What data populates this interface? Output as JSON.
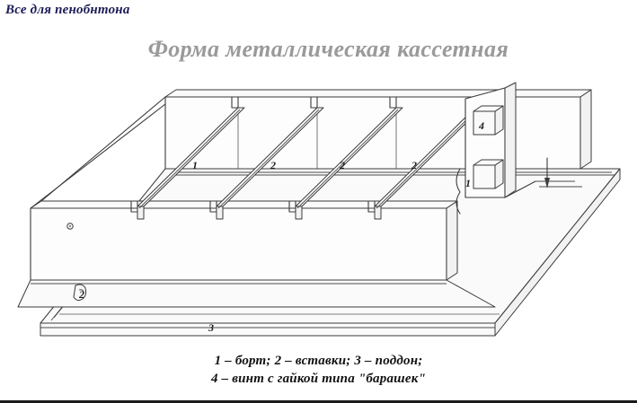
{
  "site_label": "Все для пенобнтона",
  "title": "Форма металлическая кассетная",
  "caption": {
    "line1": "1 – борт; 2 – вставки; 3 – поддон;",
    "line2": "4 – винт с гайкой типа \"барашек\""
  },
  "callouts": {
    "left_side_wall": "1",
    "insert_1": "2",
    "insert_2": "2",
    "insert_3": "2",
    "right_side_wall": "1",
    "pallet": "3",
    "wing_screw": "4"
  },
  "colors": {
    "site_label": "#1b1b57",
    "title": "#9a9a9a",
    "line": "#3a3a3a",
    "caption": "#111111",
    "background": "#ffffff",
    "border": "#1a1a1a"
  },
  "diagram": {
    "type": "isometric-technical-drawing",
    "subject": "Cassette metal mold for foam concrete blocks",
    "parts": [
      {
        "id": "1",
        "name": "борт",
        "description": "side wall / board"
      },
      {
        "id": "2",
        "name": "вставки",
        "description": "inserts / dividers"
      },
      {
        "id": "3",
        "name": "поддон",
        "description": "pallet / bottom tray"
      },
      {
        "id": "4",
        "name": "винт с гайкой типа \"барашек\"",
        "description": "screw with wing nut"
      }
    ],
    "insert_count": 4,
    "compartment_count": 5
  }
}
